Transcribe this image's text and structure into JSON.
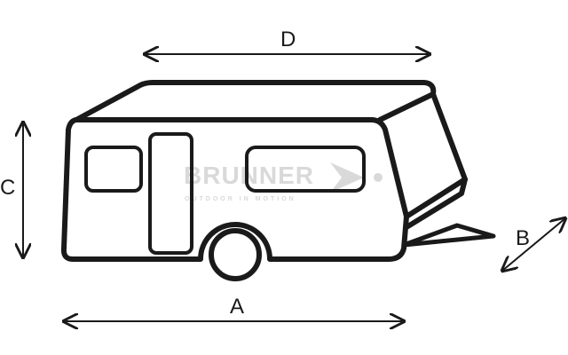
{
  "diagram": {
    "labels": {
      "a": "A",
      "b": "B",
      "c": "C",
      "d": "D"
    },
    "watermark": {
      "brand": "BRUNNER",
      "tagline": "OUTDOOR IN MOTION"
    },
    "colors": {
      "stroke": "#1a1a1a",
      "watermark": "#d9d9d9"
    }
  }
}
